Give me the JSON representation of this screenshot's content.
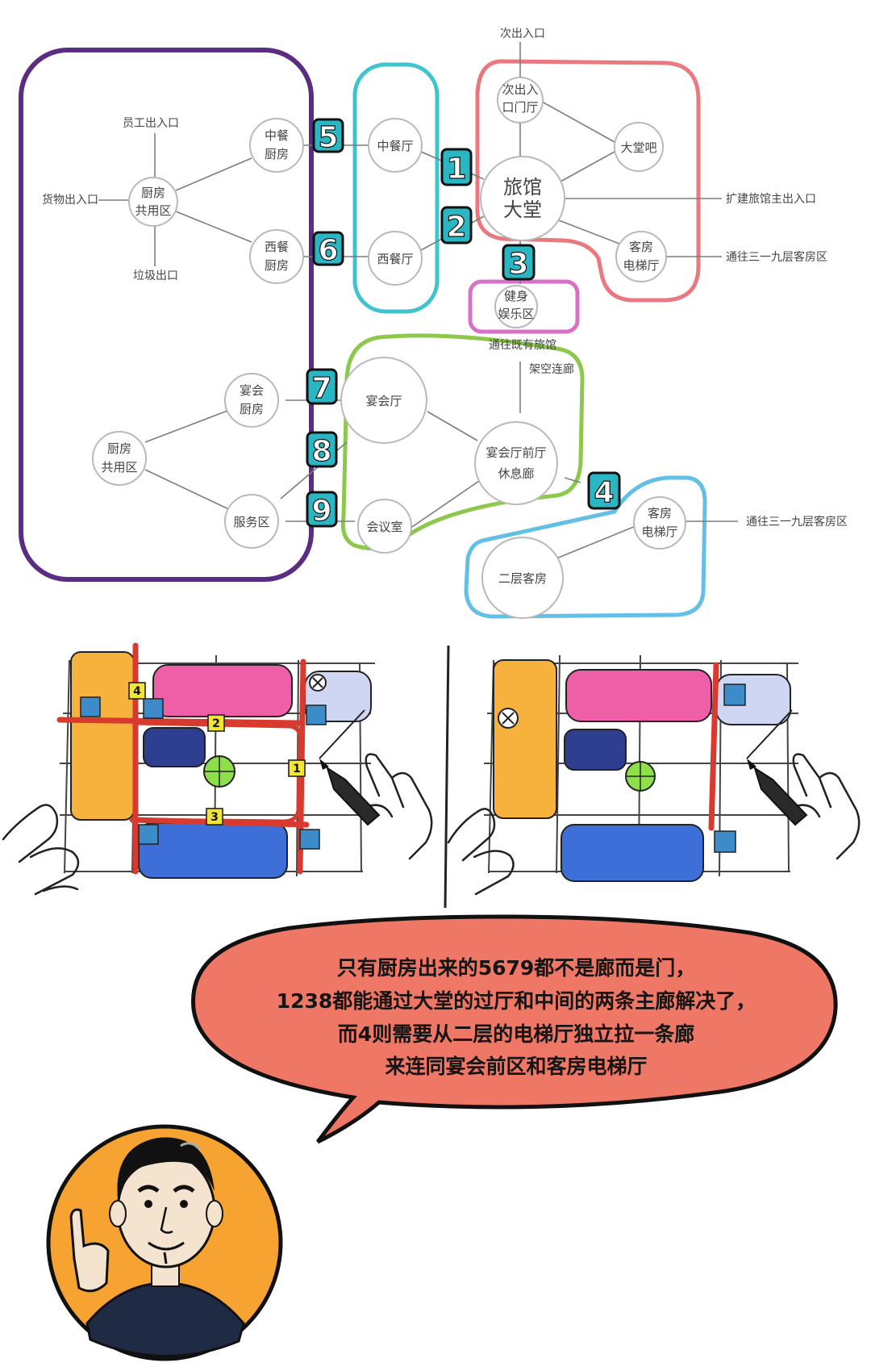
{
  "diagram": {
    "nodes": {
      "staff_entrance": "员工出入口",
      "goods_entrance": "货物出入口",
      "garbage_exit": "垃圾出口",
      "kitchen_shared_1": [
        "厨房",
        "共用区"
      ],
      "chinese_kitchen": [
        "中餐",
        "厨房"
      ],
      "western_kitchen": [
        "西餐",
        "厨房"
      ],
      "chinese_restaurant": "中餐厅",
      "western_restaurant": "西餐厅",
      "secondary_entrance_ext": "次出入口",
      "secondary_entrance_hall": [
        "次出入",
        "口门厅"
      ],
      "lobby": [
        "旅馆",
        "大堂"
      ],
      "lobby_bar": "大堂吧",
      "guest_elevator_1": [
        "客房",
        "电梯厅"
      ],
      "ext_main_entrance": "扩建旅馆主出入口",
      "to_floors_1": "通往三一九层客房区",
      "fitness": [
        "健身",
        "娱乐区"
      ],
      "to_old_hotel": "通往既有旅馆",
      "skybridge": "架空连廊",
      "banquet_kitchen": [
        "宴会",
        "厨房"
      ],
      "kitchen_shared_2": [
        "厨房",
        "共用区"
      ],
      "service_area": "服务区",
      "banquet_hall": "宴会厅",
      "banquet_lounge": [
        "宴会厅前厅",
        "休息廊"
      ],
      "meeting_room": "会议室",
      "guest_elevator_2": [
        "客房",
        "电梯厅"
      ],
      "second_floor_rooms": "二层客房",
      "to_floors_2": "通往三一九层客房区"
    },
    "badges": [
      "1",
      "2",
      "3",
      "4",
      "5",
      "6",
      "7",
      "8",
      "9"
    ],
    "zone_colors": {
      "kitchen": "#5b2d82",
      "restaurant": "#3fc4cf",
      "lobby": "#e9797f",
      "fitness": "#d870c8",
      "banquet": "#8cc84b",
      "rooms": "#63bfe6"
    }
  },
  "sketch": {
    "markers": [
      "1",
      "2",
      "3",
      "4"
    ],
    "colors": {
      "orange": "#f6b23c",
      "pink": "#ee5fa8",
      "light_blue": "#cfd6f4",
      "navy": "#2e3f8f",
      "blue": "#3e6fd8",
      "corridor": "#d83a2f",
      "center": "#8ee04a"
    }
  },
  "bubble": {
    "lines": [
      "只有厨房出来的5679都不是廊而是门，",
      "1238都能通过大堂的过厅和中间的两条主廊解决了，",
      "而4则需要从二层的电梯厅独立拉一条廊",
      "来连同宴会前区和客房电梯厅"
    ],
    "color": "#ee7766"
  },
  "avatar": {
    "bg": "#f7a331"
  }
}
